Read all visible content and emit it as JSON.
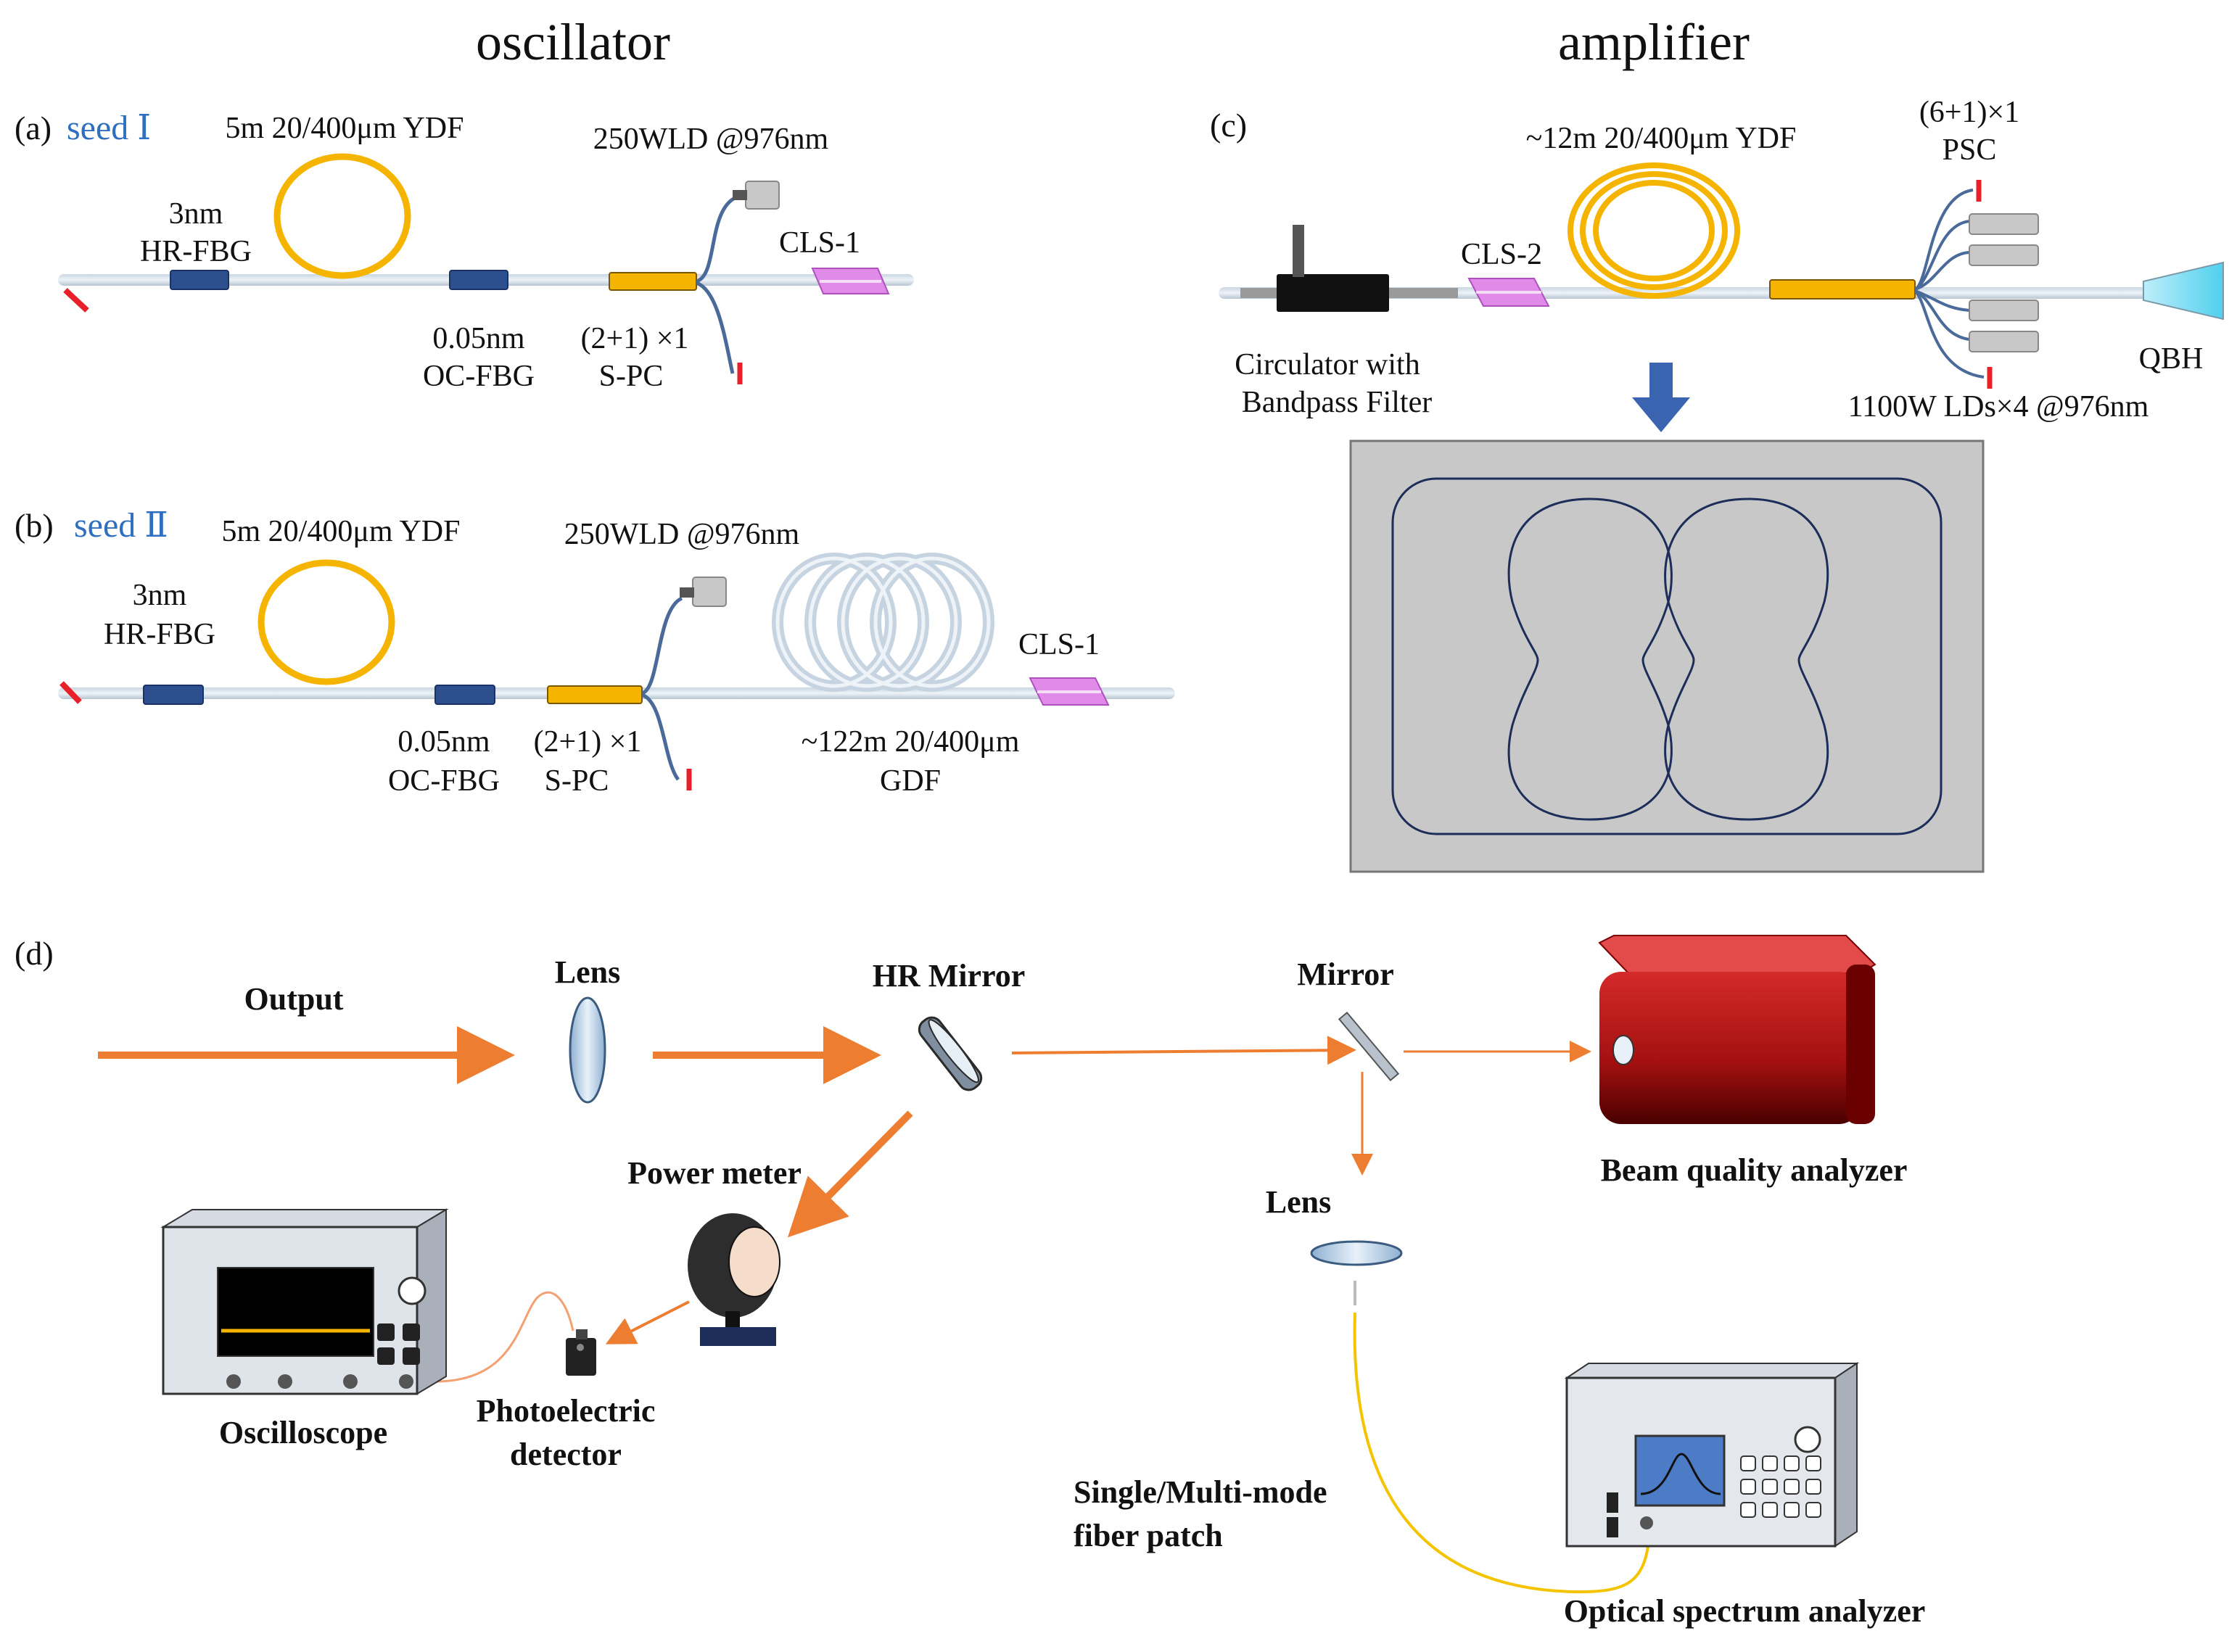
{
  "titles": {
    "oscillator": "oscillator",
    "amplifier": "amplifier"
  },
  "panel_a": {
    "label": "(a)",
    "seed": "seed Ⅰ",
    "ydf": "5m 20/400μm YDF",
    "pump": "250WLD @976nm",
    "hr_fbg": {
      "spec": "3nm",
      "name": "HR-FBG"
    },
    "oc_fbg": {
      "spec": "0.05nm",
      "name": "OC-FBG"
    },
    "spc": {
      "config": "(2+1) ×1",
      "name": "S-PC"
    },
    "cls": "CLS-1"
  },
  "panel_b": {
    "label": "(b)",
    "seed": "seed Ⅱ",
    "ydf": "5m 20/400μm YDF",
    "pump": "250WLD @976nm",
    "hr_fbg": {
      "spec": "3nm",
      "name": "HR-FBG"
    },
    "oc_fbg": {
      "spec": "0.05nm",
      "name": "OC-FBG"
    },
    "spc": {
      "config": "(2+1) ×1",
      "name": "S-PC"
    },
    "gdf": {
      "spec": "~122m 20/400μm",
      "name": "GDF"
    },
    "cls": "CLS-1"
  },
  "panel_c": {
    "label": "(c)",
    "ydf": "~12m 20/400μm YDF",
    "psc": {
      "config": "(6+1)×1",
      "name": "PSC"
    },
    "cls": "CLS-2",
    "circulator": {
      "line1": "Circulator with",
      "line2": "Bandpass Filter"
    },
    "pump": "1100W LDs×4 @976nm",
    "qbh": "QBH"
  },
  "panel_d": {
    "label": "(d)",
    "output": "Output",
    "lens1": "Lens",
    "hr_mirror": "HR Mirror",
    "mirror": "Mirror",
    "beam_quality_analyzer": "Beam quality analyzer",
    "power_meter": "Power meter",
    "lens2": "Lens",
    "oscilloscope": "Oscilloscope",
    "detector": {
      "line1": "Photoelectric",
      "line2": "detector"
    },
    "fiber_patch": {
      "line1": "Single/Multi-mode",
      "line2": "fiber patch"
    },
    "optical_spectrum_analyzer": "Optical spectrum analyzer"
  }
}
